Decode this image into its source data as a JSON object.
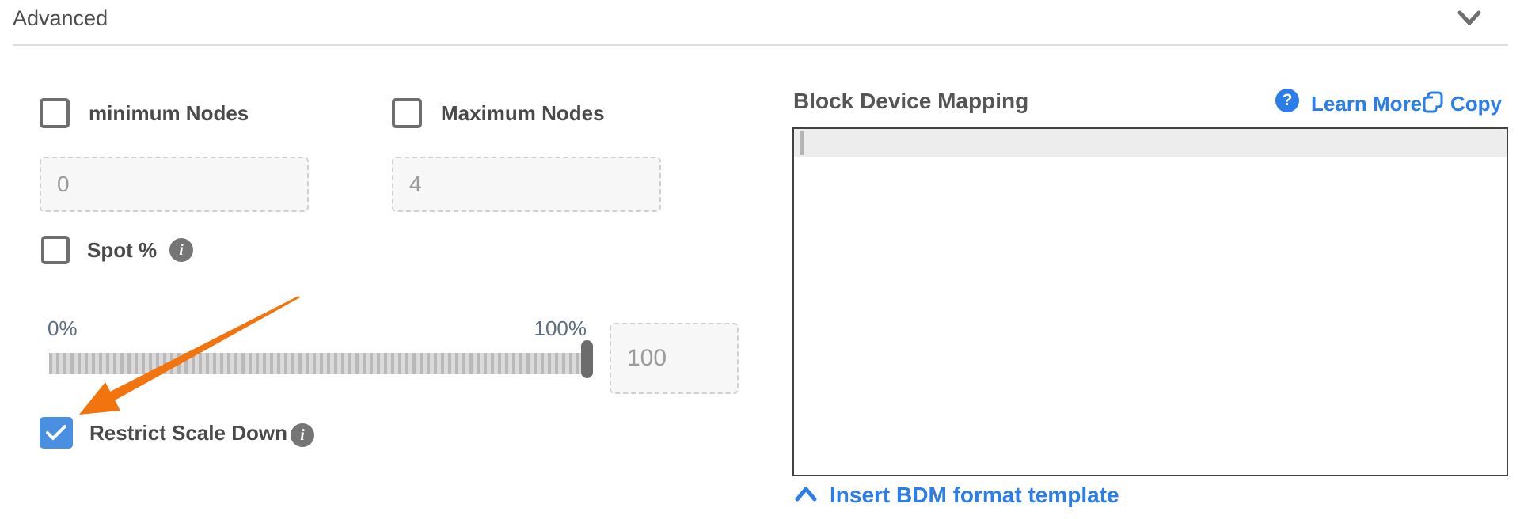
{
  "header": {
    "title": "Advanced"
  },
  "icons": {
    "info_glyph": "i",
    "question_glyph": "?"
  },
  "left": {
    "min_nodes": {
      "label": "minimum Nodes",
      "value": "0",
      "checked": false
    },
    "max_nodes": {
      "label": "Maximum Nodes",
      "value": "4",
      "checked": false
    },
    "spot": {
      "label": "Spot %",
      "checked": false
    },
    "slider": {
      "min_label": "0%",
      "max_label": "100%",
      "value": "100",
      "position_pct": 100
    },
    "restrict_scale_down": {
      "label": "Restrict Scale Down",
      "checked": true
    }
  },
  "right": {
    "title": "Block Device Mapping",
    "learn_more_label": "Learn More",
    "copy_label": "Copy",
    "editor_content": "",
    "insert_template_label": "Insert BDM format template"
  },
  "colors": {
    "link_blue": "#2b7de9",
    "checkbox_blue": "#4a90e2",
    "arrow_orange": "#f1740e",
    "label_gray": "#4a4a4a"
  }
}
